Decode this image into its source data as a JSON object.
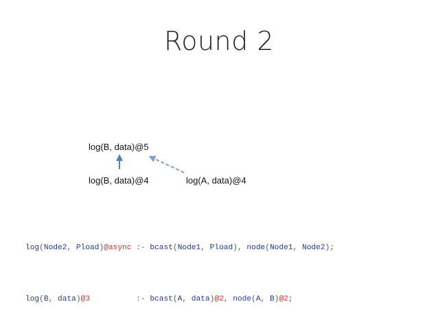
{
  "slide": {
    "title": "Round 2"
  },
  "diagram": {
    "top_label": "log(B, data)@5",
    "bottom_left_label": "log(B, data)@4",
    "bottom_right_label": "log(A, data)@4",
    "colors": {
      "solid_arrow": "#4f7ec2",
      "dashed_arrow": "#7f9fd1"
    }
  },
  "rules": {
    "rule1": {
      "p1": "log",
      "p2": "(",
      "p3": "Node2",
      "p4": ", ",
      "p5": "Pload",
      "p6": ")",
      "p7": "@async",
      "p8": " :- ",
      "p9": "bcast",
      "p10": "(",
      "p11": "Node1",
      "p12": ", ",
      "p13": "Pload",
      "p14": "), ",
      "p15": "node",
      "p16": "(",
      "p17": "Node1",
      "p18": ", ",
      "p19": "Node2",
      "p20": ");"
    },
    "rule2": {
      "p1": "log",
      "p2": "(",
      "p3": "B",
      "p4": ", ",
      "p5": "data",
      "p6": ")",
      "p7": "@3",
      "p8": "          :- ",
      "p9": "bcast",
      "p10": "(",
      "p11": "A",
      "p12": ", ",
      "p13": "data",
      "p14": ")",
      "p15": "@2",
      "p16": ", ",
      "p17": "node",
      "p18": "(",
      "p19": "A",
      "p20": ", ",
      "p21": "B",
      "p22": ")",
      "p23": "@2",
      "p24": ";"
    },
    "colors": {
      "function": "#1f3a93",
      "argument": "#1f3a93",
      "symbol": "#555555",
      "annotation": "#c0392b"
    }
  }
}
